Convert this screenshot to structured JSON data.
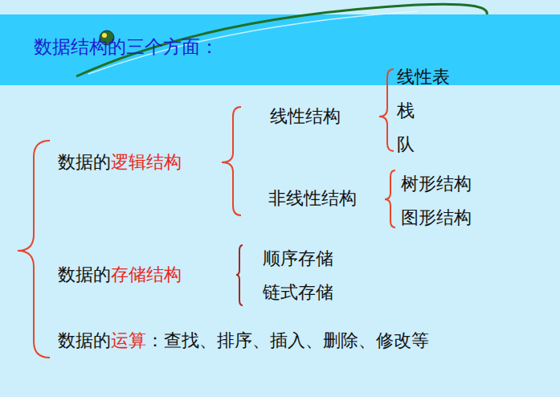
{
  "diagram": {
    "title": "数据结构的三个方面：",
    "labels": [
      "线性表",
      "栈",
      "线性结构",
      "队",
      "数据的",
      "逻辑结构",
      "树形结构",
      "非线性结构",
      "图形结构",
      "顺序存储",
      "数据的",
      "存储结构",
      "链式存储",
      "数据的",
      "运算",
      "：查找、排序、插入、删除、修改等"
    ]
  }
}
